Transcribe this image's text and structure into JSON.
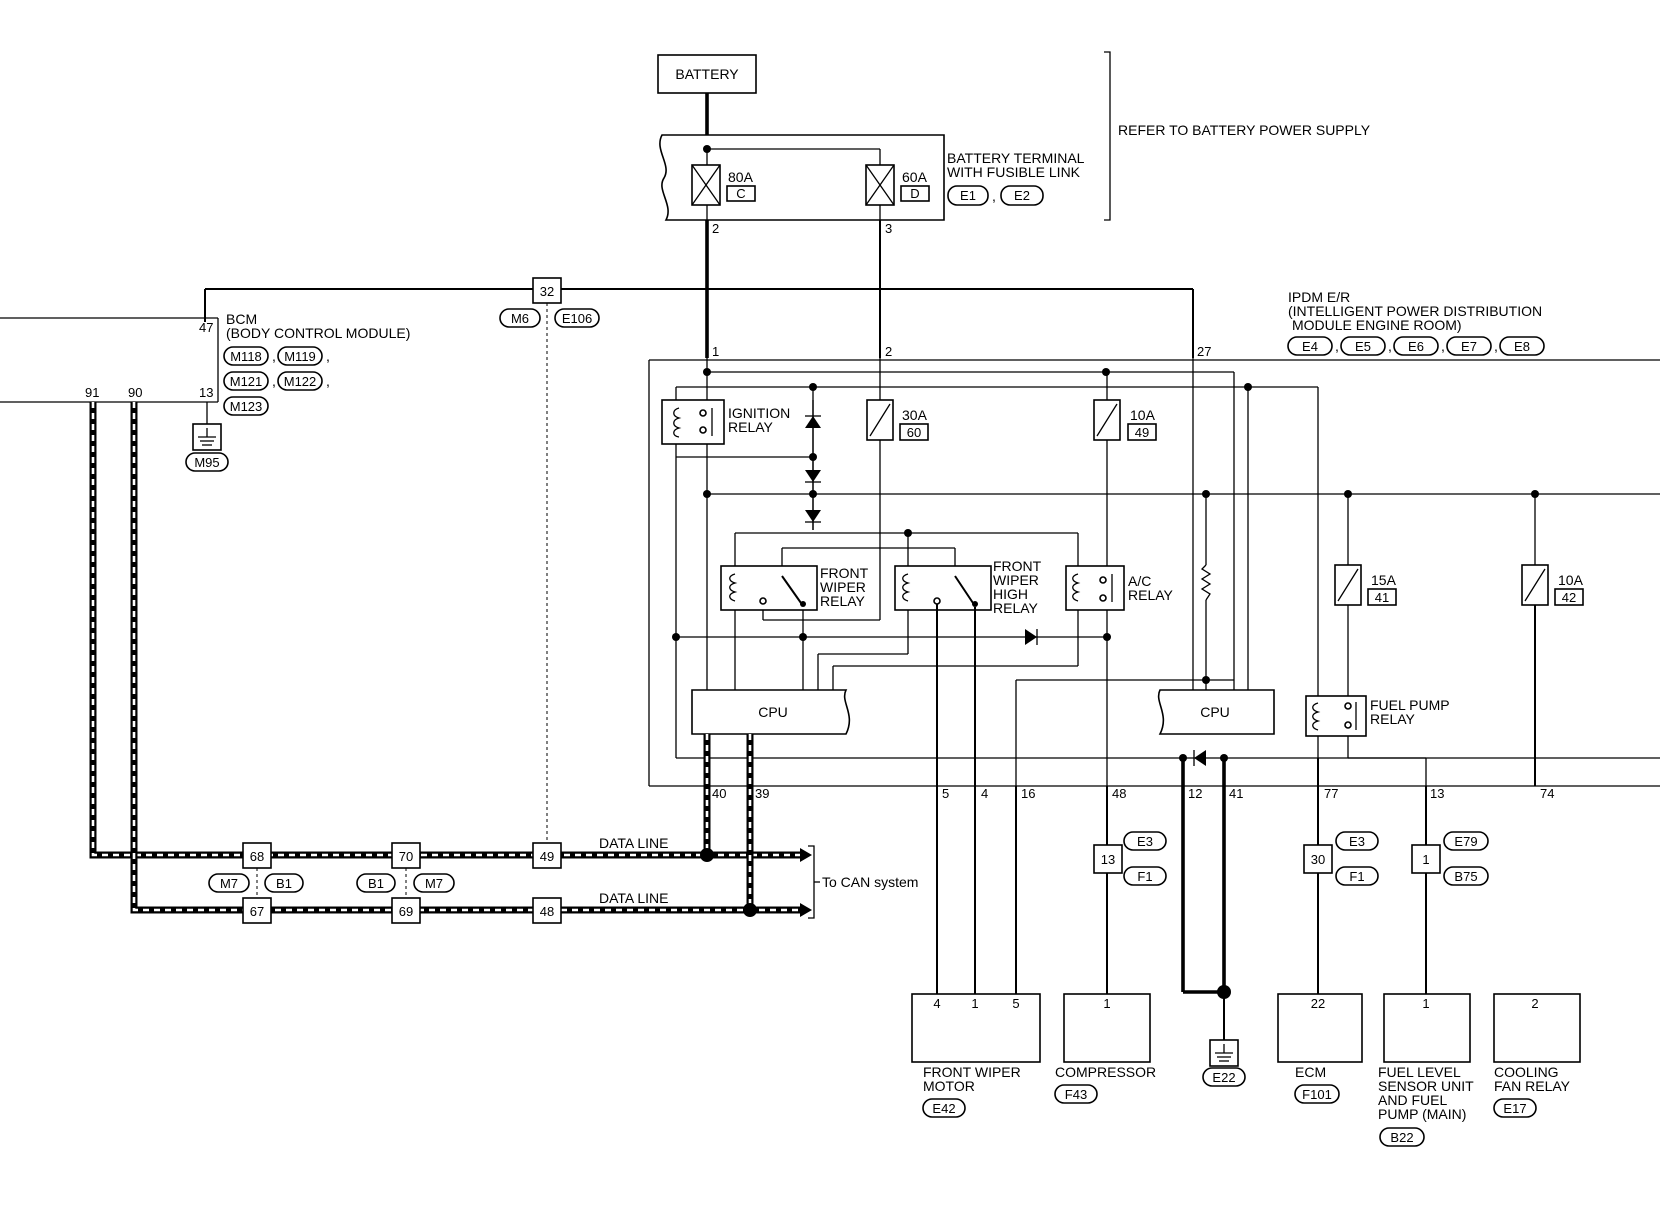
{
  "battery": "BATTERY",
  "refer_note": "REFER TO BATTERY POWER SUPPLY",
  "fusible_link": {
    "label_line1": "BATTERY TERMINAL",
    "label_line2": "WITH FUSIBLE LINK",
    "connectors": [
      "E1",
      "E2"
    ],
    "fuse_c": {
      "rating": "80A",
      "id": "C",
      "pin": "2"
    },
    "fuse_d": {
      "rating": "60A",
      "id": "D",
      "pin": "3"
    }
  },
  "bcm": {
    "label_line1": "BCM",
    "label_line2": "(BODY CONTROL MODULE)",
    "connectors": [
      "M118",
      "M119",
      "M121",
      "M122",
      "M123"
    ],
    "pins": {
      "power": "47",
      "ground": "13",
      "can_h": "91",
      "can_l": "90"
    },
    "ground_connector": "M95"
  },
  "harness_32": {
    "pin": "32",
    "connectors": [
      "M6",
      "E106"
    ]
  },
  "ipdm": {
    "label_line1": "IPDM E/R",
    "label_line2": "(INTELLIGENT POWER DISTRIBUTION",
    "label_line3": "MODULE ENGINE ROOM)",
    "connectors": [
      "E4",
      "E5",
      "E6",
      "E7",
      "E8"
    ],
    "input_pins": {
      "p1": "1",
      "p2": "2",
      "p27": "27"
    },
    "ignition_relay": [
      "IGNITION",
      "RELAY"
    ],
    "fuse_30a": {
      "rating": "30A",
      "id": "60"
    },
    "fuse_10a_49": {
      "rating": "10A",
      "id": "49"
    },
    "front_wiper_relay": [
      "FRONT",
      "WIPER",
      "RELAY"
    ],
    "front_wiper_high_relay": [
      "FRONT",
      "WIPER",
      "HIGH",
      "RELAY"
    ],
    "ac_relay": [
      "A/C",
      "RELAY"
    ],
    "fuse_15a": {
      "rating": "15A",
      "id": "41"
    },
    "fuse_10a_42": {
      "rating": "10A",
      "id": "42"
    },
    "fuel_pump_relay": [
      "FUEL PUMP",
      "RELAY"
    ],
    "cpu_left": "CPU",
    "cpu_right": "CPU",
    "bottom_pins": [
      "40",
      "39",
      "5",
      "4",
      "16",
      "48",
      "12",
      "41",
      "77",
      "13",
      "74"
    ]
  },
  "can": {
    "data_line_1": "DATA LINE",
    "data_line_2": "DATA LINE",
    "to_can": "To CAN system",
    "joints_top": [
      "68",
      "70",
      "49"
    ],
    "joints_bottom": [
      "67",
      "69",
      "48"
    ],
    "joint_connectors_left": [
      "M7",
      "B1"
    ],
    "joint_connectors_right": [
      "B1",
      "M7"
    ]
  },
  "intermediate": {
    "compressor_joint": {
      "pin": "13",
      "connectors": [
        "E3",
        "F1"
      ]
    },
    "ecm_joint": {
      "pin": "30",
      "connectors": [
        "E3",
        "F1"
      ]
    },
    "fuel_joint": {
      "pin": "1",
      "connectors": [
        "E79",
        "B75"
      ]
    }
  },
  "loads": {
    "front_wiper_motor": {
      "lines": [
        "FRONT WIPER",
        "MOTOR"
      ],
      "connector": "E42",
      "pins": [
        "4",
        "1",
        "5"
      ]
    },
    "compressor": {
      "lines": [
        "COMPRESSOR"
      ],
      "connector": "F43",
      "pin": "1"
    },
    "ground": {
      "connector": "E22"
    },
    "ecm": {
      "lines": [
        "ECM"
      ],
      "connector": "F101",
      "pin": "22"
    },
    "fuel_level_sensor": {
      "lines": [
        "FUEL LEVEL",
        "SENSOR UNIT",
        "AND FUEL",
        "PUMP (MAIN)"
      ],
      "connector": "B22",
      "pin": "1"
    },
    "cooling_fan_relay": {
      "lines": [
        "COOLING",
        "FAN RELAY"
      ],
      "connector": "E17",
      "pin": "2"
    }
  }
}
